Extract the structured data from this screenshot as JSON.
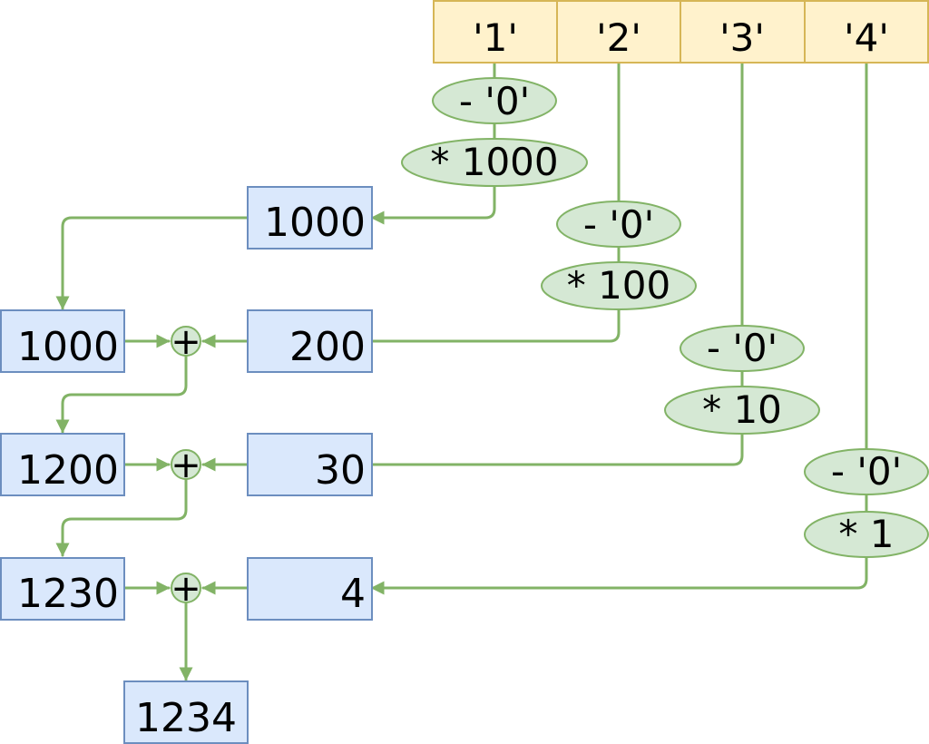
{
  "characters": [
    "'1'",
    "'2'",
    "'3'",
    "'4'"
  ],
  "subtract_ops": [
    "- '0'",
    "- '0'",
    "- '0'",
    "- '0'"
  ],
  "multiply_ops": [
    "* 1000",
    "* 100",
    "* 10",
    "* 1"
  ],
  "place_values": [
    "1000",
    "200",
    "30",
    "4"
  ],
  "running_sums": [
    "1000",
    "1200",
    "1230"
  ],
  "adder_symbol": "+",
  "result": "1234",
  "colors": {
    "char_fill": "#fff2cc",
    "char_stroke": "#d6b656",
    "box_fill": "#dae8fc",
    "box_stroke": "#6c8ebf",
    "op_fill": "#d5e8d4",
    "op_stroke": "#82b366",
    "wire": "#82b366"
  }
}
